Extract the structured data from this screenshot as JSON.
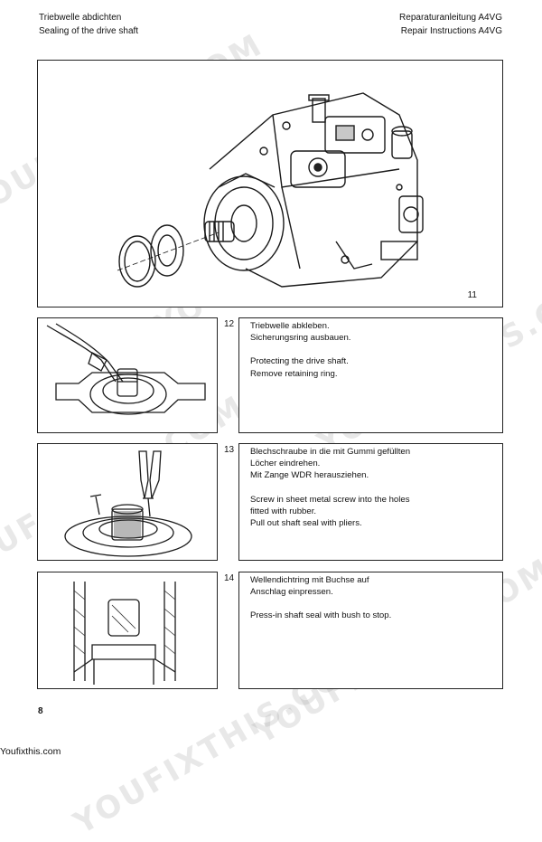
{
  "header": {
    "title_de": "Triebwelle abdichten",
    "title_en": "Sealing of the drive shaft",
    "manual_de": "Reparaturanleitung A4VG",
    "manual_en": "Repair Instructions A4VG"
  },
  "main_figure": {
    "number": "11"
  },
  "steps": [
    {
      "number": "12",
      "text_de": [
        "Triebwelle abkleben.",
        "Sicherungsring ausbauen."
      ],
      "text_en": [
        "Protecting the drive shaft.",
        "Remove retaining ring."
      ]
    },
    {
      "number": "13",
      "text_de": [
        "Blechschraube in die mit Gummi gefüllten",
        "Löcher eindrehen.",
        "Mit Zange WDR herausziehen."
      ],
      "text_en": [
        "Screw in sheet metal screw into the holes",
        "fitted with rubber.",
        "Pull out shaft seal with pliers."
      ]
    },
    {
      "number": "14",
      "text_de": [
        "Wellendichtring mit Buchse auf",
        "Anschlag einpressen."
      ],
      "text_en": [
        "Press-in shaft seal with bush to stop."
      ]
    }
  ],
  "page_number": "8",
  "footer": {
    "site": "Youfixthis.com"
  },
  "watermark": {
    "text": "YOUFIXTHIS.COM",
    "color": "#969696"
  }
}
